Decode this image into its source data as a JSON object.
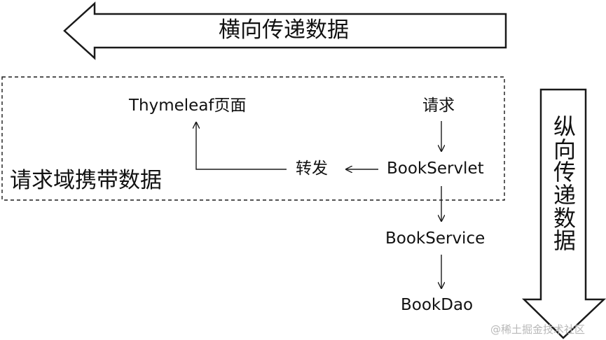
{
  "horizontal_arrow": {
    "label": "横向传递数据"
  },
  "vertical_arrow": {
    "chars": [
      "纵",
      "向",
      "传",
      "递",
      "数",
      "据"
    ]
  },
  "request_scope_box": {
    "label": "请求域携带数据"
  },
  "nodes": {
    "thymeleaf_page": "Thymeleaf页面",
    "request": "请求",
    "forward": "转发",
    "book_servlet": "BookServlet",
    "book_service": "BookService",
    "book_dao": "BookDao"
  },
  "watermark": "@稀土掘金技术社区",
  "colors": {
    "stroke": "#1a1a1a",
    "background": "#ffffff",
    "watermark": "#b8b8b8"
  }
}
